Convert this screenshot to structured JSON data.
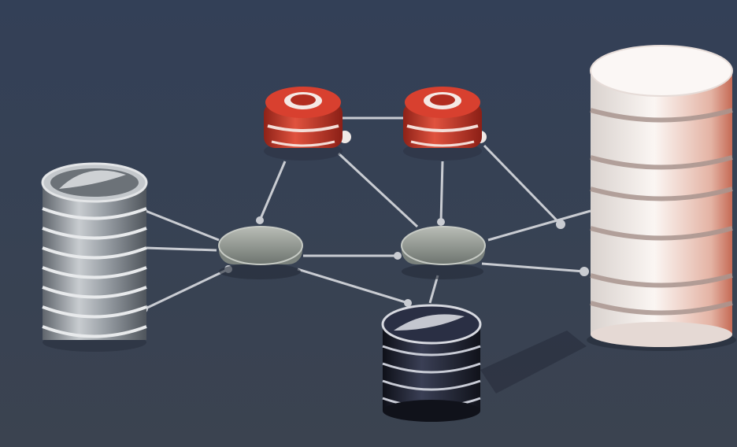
{
  "scene": {
    "description_free": true,
    "background": {
      "top": "#334057",
      "bottom": "#3b4350"
    },
    "colors": {
      "connector": "#c9ccd2",
      "silver_stack": "#9aa0a6",
      "red_node": "#c9392a",
      "hub_node": "#8e968f",
      "dark_stack": "#1e2233",
      "white_stack": "#efe6e2",
      "white_stack_accent": "#c56a55"
    }
  },
  "nodes": [
    {
      "id": "silver-stack",
      "kind": "database",
      "color": "silver_stack"
    },
    {
      "id": "red-node-left",
      "kind": "ring",
      "color": "red_node"
    },
    {
      "id": "red-node-right",
      "kind": "ring",
      "color": "red_node"
    },
    {
      "id": "hub-left",
      "kind": "disk",
      "color": "hub_node"
    },
    {
      "id": "hub-right",
      "kind": "disk",
      "color": "hub_node"
    },
    {
      "id": "dark-stack",
      "kind": "database",
      "color": "dark_stack"
    },
    {
      "id": "white-stack",
      "kind": "database",
      "color": "white_stack"
    }
  ],
  "edges": [
    {
      "from": "red-node-left",
      "to": "red-node-right"
    },
    {
      "from": "red-node-left",
      "to": "hub-left"
    },
    {
      "from": "red-node-left",
      "to": "hub-right"
    },
    {
      "from": "red-node-right",
      "to": "hub-right"
    },
    {
      "from": "red-node-right",
      "to": "white-stack"
    },
    {
      "from": "silver-stack",
      "to": "hub-left"
    },
    {
      "from": "hub-left",
      "to": "hub-right"
    },
    {
      "from": "hub-left",
      "to": "dark-stack"
    },
    {
      "from": "hub-right",
      "to": "dark-stack"
    },
    {
      "from": "hub-right",
      "to": "white-stack"
    }
  ]
}
